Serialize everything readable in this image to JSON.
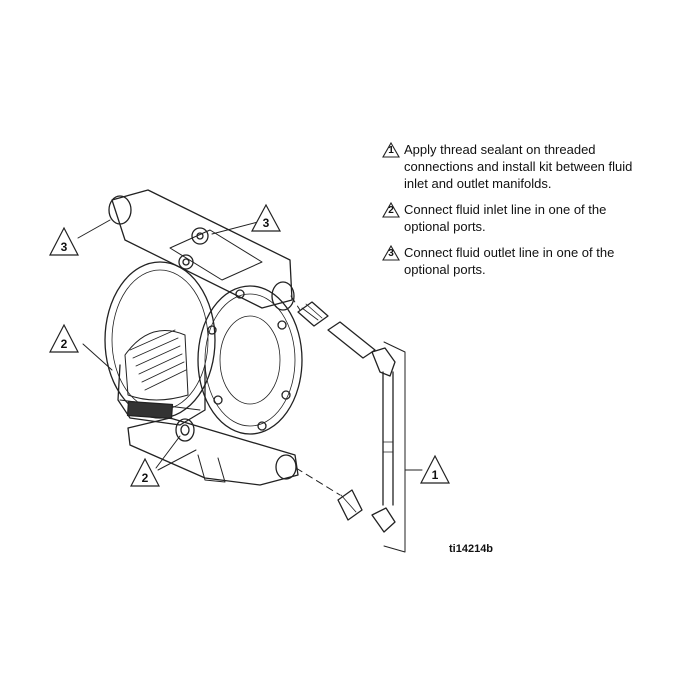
{
  "notes": [
    {
      "marker": "1",
      "text": "Apply thread sealant on threaded connections and install kit between fluid inlet and outlet manifolds."
    },
    {
      "marker": "2",
      "text": "Connect fluid inlet line in one of the optional ports."
    },
    {
      "marker": "3",
      "text": "Connect fluid outlet line in one of the optional ports."
    }
  ],
  "callouts": {
    "outlet_left": "3",
    "outlet_top": "3",
    "inlet_side": "2",
    "inlet_bottom": "2",
    "kit": "1"
  },
  "figure_id": "ti14214b"
}
